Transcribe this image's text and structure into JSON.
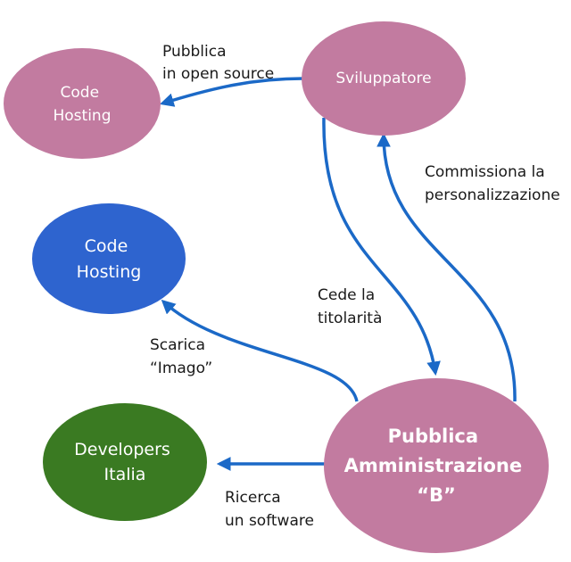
{
  "colors": {
    "node_pink": "#c27ba0",
    "node_blue": "#2e64cf",
    "node_green": "#3a7a22",
    "arrow": "#1b69c7",
    "text_dark": "#1a1a1a"
  },
  "nodes": {
    "code_hosting_top": {
      "lines": [
        "Code",
        "Hosting"
      ]
    },
    "sviluppatore": {
      "lines": [
        "Sviluppatore"
      ]
    },
    "code_hosting_blue": {
      "lines": [
        "Code",
        "Hosting"
      ]
    },
    "developers_italia": {
      "lines": [
        "Developers",
        "Italia"
      ]
    },
    "pubblica_amministrazione": {
      "lines": [
        "Pubblica",
        "Amministrazione",
        "“B”"
      ]
    }
  },
  "edges": {
    "pubblica_open_source": {
      "lines": [
        "Pubblica",
        "in open source"
      ]
    },
    "commissiona": {
      "lines": [
        "Commissiona la",
        "personalizzazione"
      ]
    },
    "cede_titolarita": {
      "lines": [
        "Cede la",
        "titolarità"
      ]
    },
    "scarica_imago": {
      "lines": [
        "Scarica",
        "“Imago”"
      ]
    },
    "ricerca_software": {
      "lines": [
        "Ricerca",
        "un software"
      ]
    }
  }
}
